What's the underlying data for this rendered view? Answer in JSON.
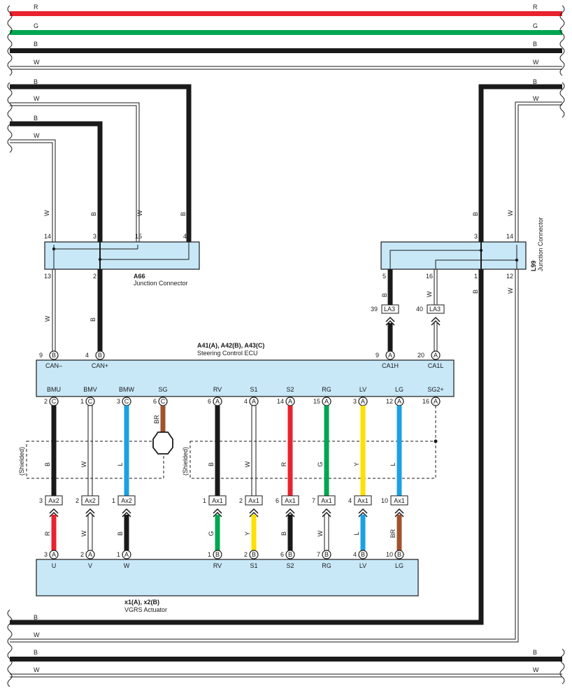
{
  "colors": {
    "red": "#e8232e",
    "green": "#00a651",
    "black": "#1a1a1a",
    "white": "#ffffff",
    "blue": "#1ba1e2",
    "yellow": "#ffe000",
    "brown": "#a0522d",
    "box_fill": "#c8e8f8"
  },
  "buses": {
    "top": [
      {
        "left": "R",
        "right": "R"
      },
      {
        "left": "G",
        "right": "G"
      },
      {
        "left": "B",
        "right": "B"
      },
      {
        "left": "W",
        "right": "W"
      }
    ],
    "bottom": [
      {
        "left": "B",
        "right": ""
      },
      {
        "left": "W",
        "right": ""
      },
      {
        "left": "B",
        "right": "B"
      },
      {
        "left": "W",
        "right": "W"
      }
    ]
  },
  "feed_left": {
    "w1": "W",
    "b1": "B",
    "w2": "W",
    "b2": "B"
  },
  "feed_right": {
    "b": "B",
    "w": "W"
  },
  "a66": {
    "code": "A66",
    "name": "Junction Connector",
    "top_pins": [
      "14",
      "3",
      "15",
      "4"
    ],
    "bottom_pins": [
      "13",
      "2"
    ],
    "wire_top": [
      "W",
      "B",
      "W",
      "B"
    ],
    "wire_bottom": [
      "W",
      "B"
    ]
  },
  "l99": {
    "code": "L99",
    "name": "Junction Connector",
    "top_pins": [
      "3",
      "14"
    ],
    "bottom_pins": [
      "5",
      "16",
      "1",
      "12"
    ],
    "wire_top": [
      "B",
      "W"
    ],
    "wire_bottom": [
      "B",
      "W",
      "B",
      "W"
    ]
  },
  "la3": [
    {
      "pin": "39",
      "label": "LA3"
    },
    {
      "pin": "40",
      "label": "LA3"
    }
  ],
  "ecu": {
    "code": "A41(A), A42(B), A43(C)",
    "name": "Steering Control ECU",
    "top_pins": [
      {
        "pin": "9",
        "conn": "B",
        "name": "CAN–"
      },
      {
        "pin": "4",
        "conn": "B",
        "name": "CAN+"
      },
      {
        "pin": "9",
        "conn": "A",
        "name": "CA1H"
      },
      {
        "pin": "20",
        "conn": "A",
        "name": "CA1L"
      }
    ],
    "bottom_pins": [
      {
        "pin": "2",
        "conn": "C",
        "name": "BMU"
      },
      {
        "pin": "1",
        "conn": "C",
        "name": "BMV"
      },
      {
        "pin": "3",
        "conn": "C",
        "name": "BMW"
      },
      {
        "pin": "6",
        "conn": "C",
        "name": "SG"
      },
      {
        "pin": "6",
        "conn": "A",
        "name": "RV"
      },
      {
        "pin": "4",
        "conn": "A",
        "name": "S1"
      },
      {
        "pin": "14",
        "conn": "A",
        "name": "S2"
      },
      {
        "pin": "15",
        "conn": "A",
        "name": "RG"
      },
      {
        "pin": "3",
        "conn": "A",
        "name": "LV"
      },
      {
        "pin": "12",
        "conn": "A",
        "name": "LG"
      },
      {
        "pin": "16",
        "conn": "A",
        "name": "SG2+"
      }
    ]
  },
  "shielded_label": "(Shielded)",
  "sg_wire": "BR",
  "mid_wires": [
    "B",
    "W",
    "L",
    "B",
    "W",
    "R",
    "G",
    "Y",
    "L"
  ],
  "junctions": [
    {
      "pin": "3",
      "label": "Ax2"
    },
    {
      "pin": "2",
      "label": "Ax2"
    },
    {
      "pin": "1",
      "label": "Ax2"
    },
    {
      "pin": "1",
      "label": "Ax1"
    },
    {
      "pin": "2",
      "label": "Ax1"
    },
    {
      "pin": "6",
      "label": "Ax1"
    },
    {
      "pin": "7",
      "label": "Ax1"
    },
    {
      "pin": "4",
      "label": "Ax1"
    },
    {
      "pin": "10",
      "label": "Ax1"
    }
  ],
  "low_wires": [
    "R",
    "W",
    "B",
    "G",
    "Y",
    "B",
    "W",
    "L",
    "BR"
  ],
  "actuator": {
    "code": "x1(A), x2(B)",
    "name": "VGRS Actuator",
    "pins": [
      {
        "pin": "3",
        "conn": "A",
        "name": "U"
      },
      {
        "pin": "2",
        "conn": "A",
        "name": "V"
      },
      {
        "pin": "1",
        "conn": "A",
        "name": "W"
      },
      {
        "pin": "1",
        "conn": "B",
        "name": "RV"
      },
      {
        "pin": "2",
        "conn": "B",
        "name": "S1"
      },
      {
        "pin": "6",
        "conn": "B",
        "name": "S2"
      },
      {
        "pin": "7",
        "conn": "B",
        "name": "RG"
      },
      {
        "pin": "4",
        "conn": "B",
        "name": "LV"
      },
      {
        "pin": "10",
        "conn": "B",
        "name": "LG"
      }
    ]
  }
}
